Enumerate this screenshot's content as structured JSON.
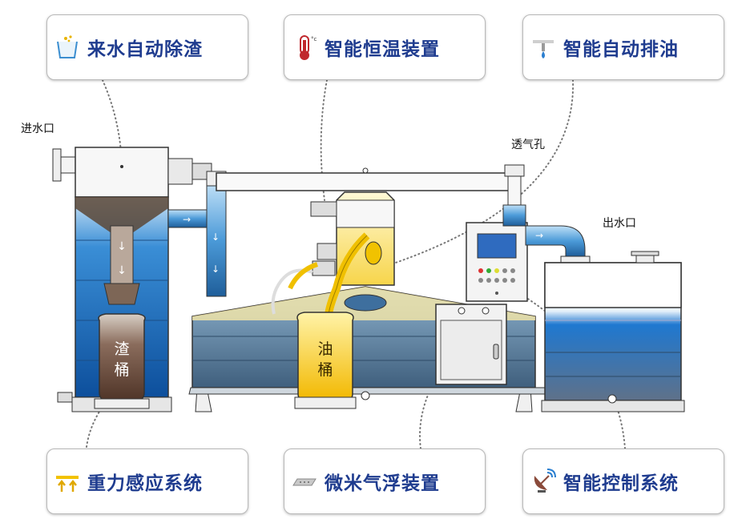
{
  "callouts": {
    "top_left": "来水自动除渣",
    "top_middle": "智能恒温装置",
    "top_right": "智能自动排油",
    "bottom_left": "重力感应系统",
    "bottom_middle": "微米气浮装置",
    "bottom_right": "智能控制系统"
  },
  "port_labels": {
    "inlet": "进水口",
    "vent": "透气孔",
    "outlet": "出水口"
  },
  "bucket_labels": {
    "residue_1": "渣",
    "residue_2": "桶",
    "oil_1": "油",
    "oil_2": "桶"
  },
  "colors": {
    "callout_text": "#1f3c8f",
    "water_blue": "#1e6fc4",
    "oil_yellow": "#f5c400",
    "sludge_brown": "#6b4a3a",
    "tank_grey": "#5d7a95"
  },
  "icons": [
    "basket-icon",
    "thermometer-icon",
    "oil-drip-icon",
    "gravity-icon",
    "air-float-icon",
    "satellite-dish-icon"
  ]
}
